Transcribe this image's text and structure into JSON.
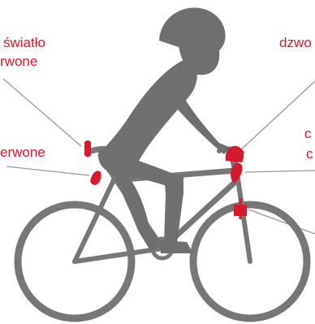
{
  "labels": {
    "rear_light_line1": "światło",
    "rear_light_line2": "rwone",
    "reflector": "erwone",
    "bell": "dzwo",
    "front_line1": "c",
    "front_line2": "c"
  },
  "colors": {
    "rider": "#6f6f6f",
    "bike": "#777777",
    "accent": "#d7192f",
    "pointer": "#9a9a9a"
  }
}
